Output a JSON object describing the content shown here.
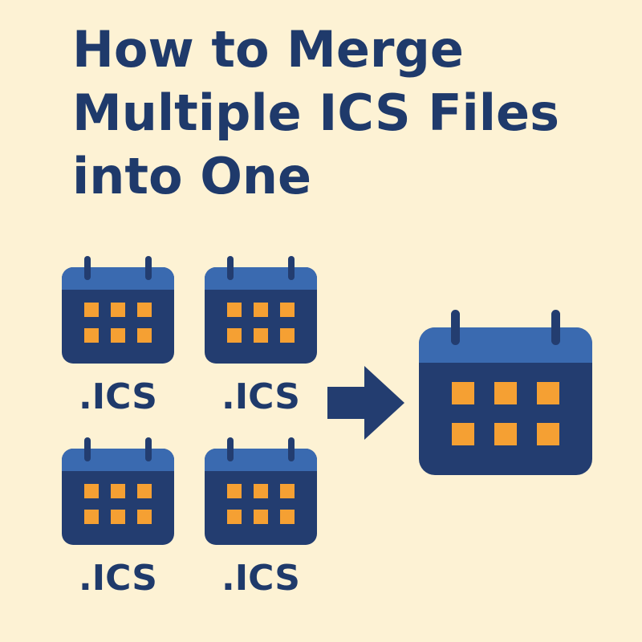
{
  "title": {
    "lines": [
      "How to Merge",
      "Multiple ICS Files",
      "into One"
    ]
  },
  "files": [
    {
      "label": ".ICS",
      "icon": "calendar-icon"
    },
    {
      "label": ".ICS",
      "icon": "calendar-icon"
    },
    {
      "label": ".ICS",
      "icon": "calendar-icon"
    },
    {
      "label": ".ICS",
      "icon": "calendar-icon"
    }
  ],
  "arrow_icon": "arrow-right-icon",
  "merged_icon": "calendar-icon",
  "colors": {
    "background": "#fdf2d4",
    "navy": "#1f3a6b",
    "calendar_header": "#3a6ab0",
    "calendar_body": "#233d70",
    "grid_cells": "#f5a033"
  }
}
